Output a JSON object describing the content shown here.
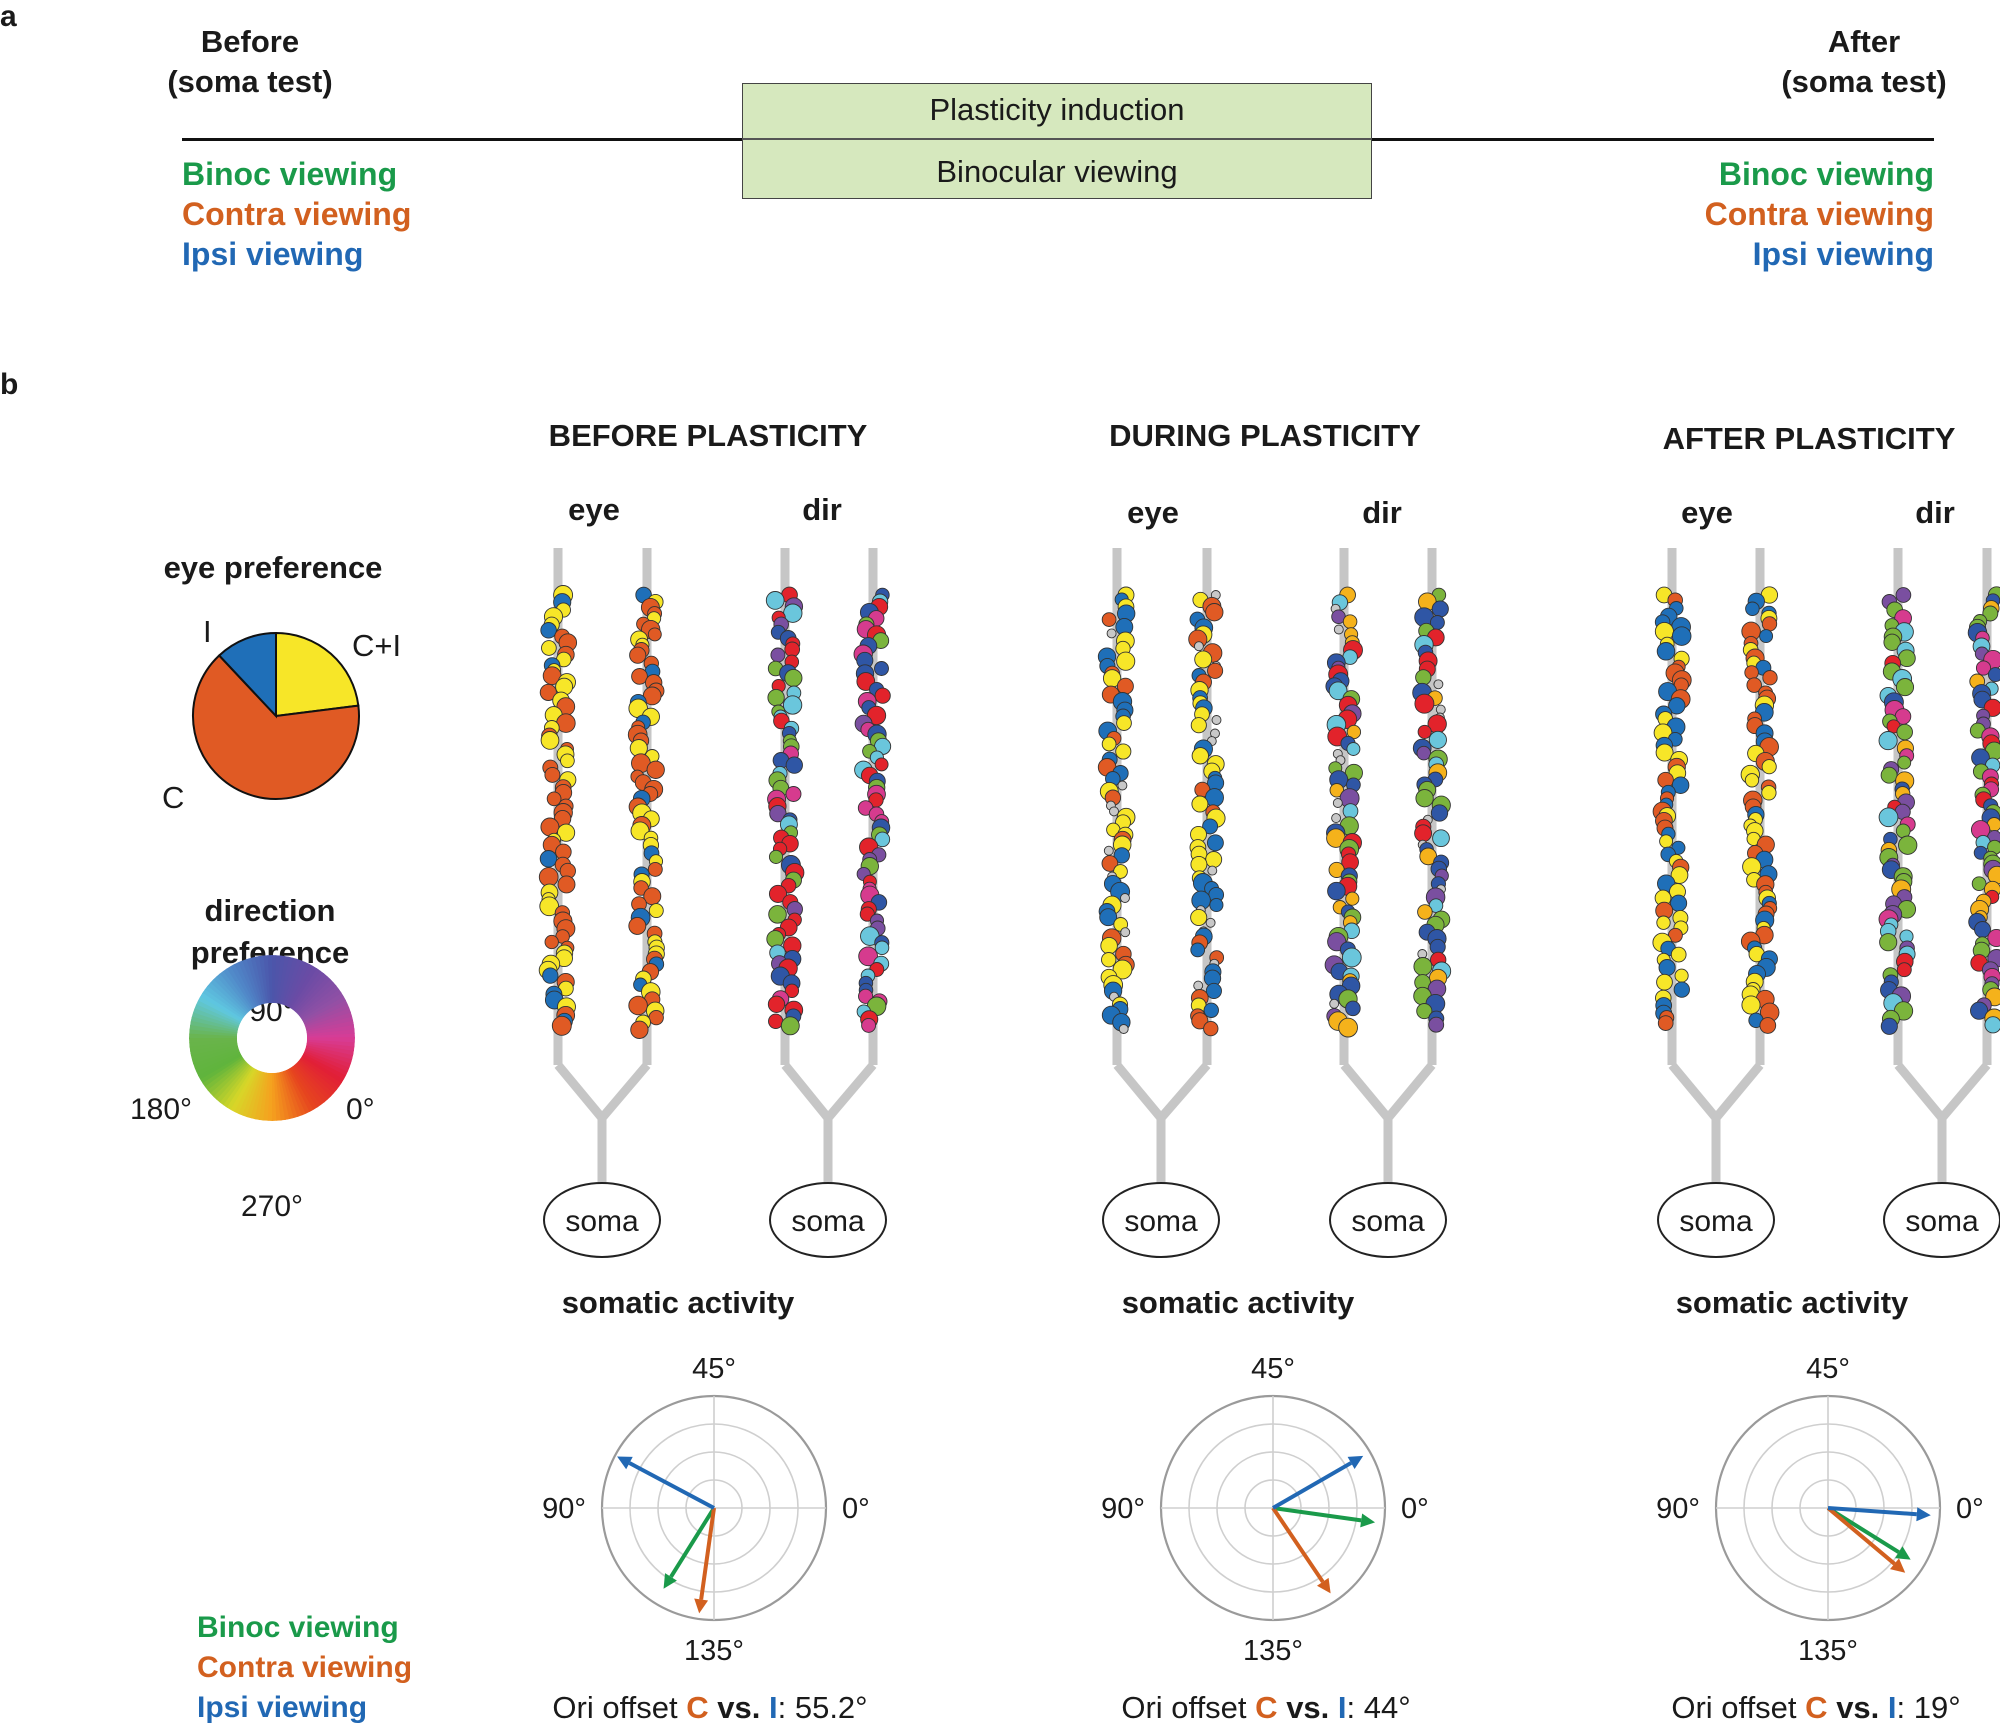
{
  "panel_a": {
    "letter": "a",
    "before_title": "Before",
    "before_sub": "(soma test)",
    "after_title": "After",
    "after_sub": "(soma test)",
    "induction_label": "Plasticity induction",
    "binocular_label": "Binocular viewing",
    "conditions": [
      "Binoc viewing",
      "Contra viewing",
      "Ipsi viewing"
    ]
  },
  "panel_b": {
    "letter": "b",
    "eye_pref_title": "eye preference",
    "pie_labels": {
      "i": "I",
      "ci": "C+I",
      "c": "C"
    },
    "pie_fractions": {
      "c": 0.65,
      "ci": 0.23,
      "i": 0.12
    },
    "dir_pref_title_1": "direction",
    "dir_pref_title_2": "preference",
    "wheel_labels": {
      "top": "90°",
      "left": "180°",
      "right": "0°",
      "bottom": "270°"
    },
    "legend": [
      "Binoc viewing",
      "Contra viewing",
      "Ipsi viewing"
    ],
    "column_eye": "eye",
    "column_dir": "dir",
    "soma_label": "soma",
    "somatic_activity": "somatic activity",
    "polar_labels": {
      "top": "45°",
      "left": "90°",
      "right": "0°",
      "bottom": "135°"
    },
    "ori_prefix": "Ori offset",
    "ori_c": "C",
    "ori_vs": "vs.",
    "ori_i": "I",
    "stages": [
      {
        "title": "BEFORE PLASTICITY",
        "offset": ": 55.2°"
      },
      {
        "title": "DURING PLASTICITY",
        "offset": ": 44°"
      },
      {
        "title": "AFTER PLASTICITY",
        "offset": ": 19°"
      }
    ]
  },
  "colors": {
    "binoc": "#1a9a4a",
    "contra": "#d2601f",
    "ipsi": "#2168b4",
    "eye_c": "#e05a24",
    "eye_ci": "#f7e628",
    "eye_i": "#1f6fb8",
    "dendrite": "#c6c6c6"
  },
  "chart_data": {
    "type": "polar-vectors",
    "angle_axis_labels": [
      "45°",
      "90°",
      "0°",
      "135°"
    ],
    "panels": [
      {
        "stage": "BEFORE PLASTICITY",
        "vectors": [
          {
            "condition": "Binoc viewing",
            "orientation_deg": 119,
            "magnitude": 0.85
          },
          {
            "condition": "Contra viewing",
            "orientation_deg": 131,
            "magnitude": 0.95
          },
          {
            "condition": "Ipsi viewing",
            "orientation_deg": 76,
            "magnitude": 0.98
          }
        ]
      },
      {
        "stage": "DURING PLASTICITY",
        "vectors": [
          {
            "condition": "Binoc viewing",
            "orientation_deg": 176,
            "magnitude": 0.92
          },
          {
            "condition": "Contra viewing",
            "orientation_deg": 152,
            "magnitude": 0.92
          },
          {
            "condition": "Ipsi viewing",
            "orientation_deg": 15,
            "magnitude": 0.93
          }
        ]
      },
      {
        "stage": "AFTER PLASTICITY",
        "vectors": [
          {
            "condition": "Binoc viewing",
            "orientation_deg": 164,
            "magnitude": 0.87
          },
          {
            "condition": "Contra viewing",
            "orientation_deg": 160,
            "magnitude": 0.9
          },
          {
            "condition": "Ipsi viewing",
            "orientation_deg": 178,
            "magnitude": 0.92
          }
        ]
      }
    ]
  }
}
